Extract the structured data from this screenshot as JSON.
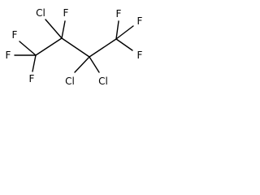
{
  "molecule": {
    "atoms": {
      "cl_c2": "Cl",
      "f_c2": "F",
      "f_c1_left": "F",
      "f_c1_top": "F",
      "f_c1_bottom": "F",
      "cl_c3_left": "Cl",
      "cl_c3_right": "Cl",
      "f_c4_top": "F",
      "f_c4_right_top": "F",
      "f_c4_right": "F"
    }
  }
}
